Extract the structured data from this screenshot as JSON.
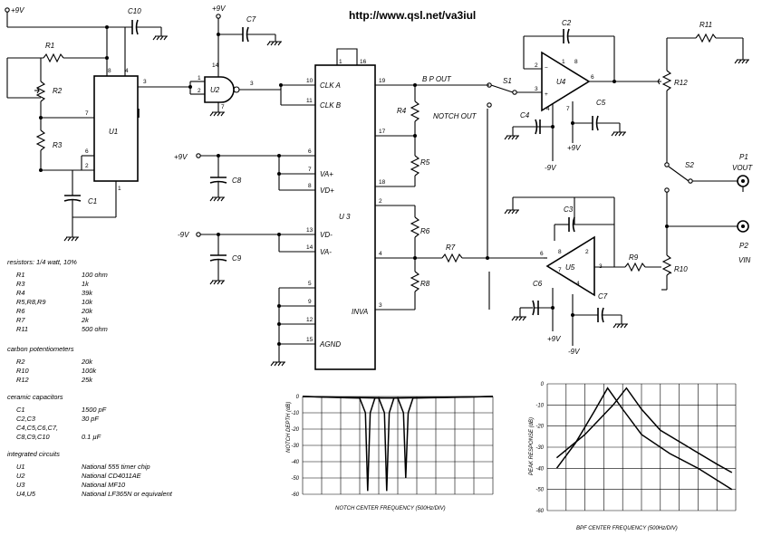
{
  "url": "http://www.qsl.net/va3iul",
  "supply": {
    "pos": "+9V",
    "neg": "-9V"
  },
  "components": {
    "U1": "U1",
    "U2": "U2",
    "U3": "U 3",
    "U4": "U4",
    "U5": "U5",
    "R1": "R1",
    "R2": "R2",
    "R3": "R3",
    "R4": "R4",
    "R5": "R5",
    "R6": "R6",
    "R7": "R7",
    "R8": "R8",
    "R9": "R9",
    "R10": "R10",
    "R11": "R11",
    "R12": "R12",
    "C1": "C1",
    "C2": "C2",
    "C3": "C3",
    "C4": "C4",
    "C5": "C5",
    "C6": "C6",
    "C7": "C7",
    "C8": "C8",
    "C9": "C9",
    "C10": "C10",
    "S1": "S1",
    "S2": "S2",
    "P1": "P1",
    "P2": "P2"
  },
  "u3_pins": {
    "clk_a": "CLK A",
    "clk_b": "CLK B",
    "va_plus": "VA+",
    "vd_plus": "VD+",
    "vd_minus": "VD-",
    "va_minus": "VA-",
    "inva": "INVA",
    "agnd": "AGND"
  },
  "signals": {
    "bp_out": "B P OUT",
    "notch_out": "NOTCH OUT",
    "vout": "VOUT",
    "vin": "VIN"
  },
  "bom": {
    "resistors": {
      "heading": "resistors: 1/4 watt, 10%",
      "items": [
        {
          "ref": "R1",
          "value": "100 ohm"
        },
        {
          "ref": "R3",
          "value": "1k"
        },
        {
          "ref": "R4",
          "value": "39k"
        },
        {
          "ref": "R5,R8,R9",
          "value": "10k"
        },
        {
          "ref": "R6",
          "value": "20k"
        },
        {
          "ref": "R7",
          "value": "2k"
        },
        {
          "ref": "R11",
          "value": "500 ohm"
        }
      ]
    },
    "potentiometers": {
      "heading": "carbon potentiometers",
      "items": [
        {
          "ref": "R2",
          "value": "20k"
        },
        {
          "ref": "R10",
          "value": "100k"
        },
        {
          "ref": "R12",
          "value": "25k"
        }
      ]
    },
    "capacitors": {
      "heading": "ceramic capacitors",
      "items": [
        {
          "ref": "C1",
          "value": "1500 pF"
        },
        {
          "ref": "C2,C3",
          "value": "30 pF"
        },
        {
          "ref": "C4,C5,C6,C7,",
          "value": ""
        },
        {
          "ref": "C8,C9,C10",
          "value": "0.1 µF"
        }
      ]
    },
    "ics": {
      "heading": "integrated circuits",
      "items": [
        {
          "ref": "U1",
          "value": "National 555 timer chip"
        },
        {
          "ref": "U2",
          "value": "National CD4011AE"
        },
        {
          "ref": "U3",
          "value": "National MF10"
        },
        {
          "ref": "U4,U5",
          "value": "National LF365N or equivalent"
        }
      ]
    }
  },
  "chart_data": [
    {
      "type": "line",
      "xlabel": "NOTCH CENTER FREQUENCY (500Hz/DIV)",
      "ylabel": "NOTCH DEPTH (dB)",
      "yticks": [
        "0",
        "-10",
        "-20",
        "-30",
        "-40",
        "-50",
        "-60"
      ],
      "ylim": [
        -60,
        0
      ],
      "xlim": [
        0,
        10
      ],
      "grid": true,
      "series": [
        {
          "x": [
            0,
            3.0,
            3.3,
            3.42,
            3.55,
            3.8,
            10
          ],
          "y": [
            0,
            -1,
            -10,
            -58,
            -10,
            -1,
            0
          ]
        },
        {
          "x": [
            0,
            4.0,
            4.3,
            4.42,
            4.55,
            4.8,
            10
          ],
          "y": [
            0,
            -1,
            -10,
            -58,
            -10,
            -1,
            0
          ]
        },
        {
          "x": [
            0,
            5.0,
            5.3,
            5.42,
            5.55,
            5.8,
            10
          ],
          "y": [
            0,
            -1,
            -10,
            -50,
            -10,
            -1,
            0
          ]
        }
      ]
    },
    {
      "type": "line",
      "xlabel": "BPF CENTER FREQUENCY (500Hz/DIV)",
      "ylabel": "PEAK RESPONSE (dB)",
      "yticks": [
        "0",
        "-10",
        "-20",
        "-30",
        "-40",
        "-50",
        "-60"
      ],
      "ylim": [
        -60,
        0
      ],
      "xlim": [
        0,
        10
      ],
      "grid": true,
      "series": [
        {
          "x": [
            0.5,
            1.5,
            2.5,
            3.2,
            4.0,
            5.0,
            6.5,
            8.0,
            9.8
          ],
          "y": [
            -40,
            -28,
            -13,
            -2,
            -12,
            -24,
            -33,
            -40,
            -50
          ]
        },
        {
          "x": [
            0.5,
            2.0,
            3.5,
            4.2,
            5.0,
            6.0,
            7.5,
            9.0,
            9.8
          ],
          "y": [
            -35,
            -24,
            -10,
            -2,
            -12,
            -22,
            -30,
            -38,
            -42
          ]
        }
      ]
    }
  ]
}
